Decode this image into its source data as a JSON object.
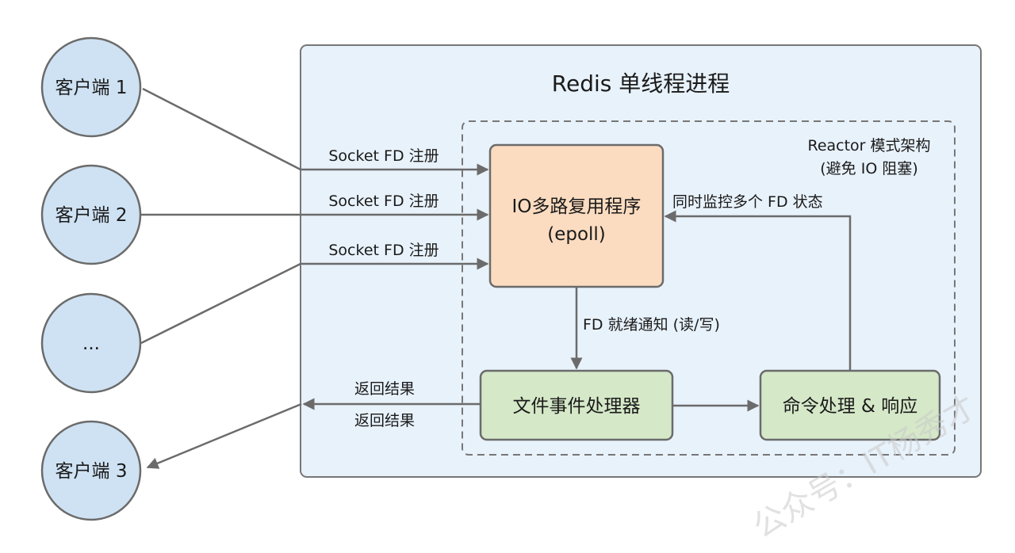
{
  "title": "Redis 单线程进程",
  "reactor_label": [
    "Reactor 模式架构",
    "(避免 IO 阻塞)"
  ],
  "clients": [
    "客户端 1",
    "客户端 2",
    "...",
    "客户端 3"
  ],
  "nodes": {
    "io_multiplexer": [
      "IO多路复用程序",
      "(epoll)"
    ],
    "file_event_handler": "文件事件处理器",
    "command_handler": "命令处理 & 响应"
  },
  "edges": {
    "socket_register": [
      "Socket FD 注册",
      "Socket FD 注册",
      "Socket FD 注册"
    ],
    "fd_ready": "FD 就绪通知 (读/写)",
    "monitor": "同时监控多个 FD 状态",
    "return_result": [
      "返回结果",
      "返回结果"
    ]
  },
  "watermark": "公众号：IT杨秀才",
  "colors": {
    "client_fill": "#cfe2f3",
    "process_fill": "#e8f2fb",
    "io_fill": "#fbdcc0",
    "handler_fill": "#d5e8c8",
    "stroke": "#6b6b6b"
  }
}
